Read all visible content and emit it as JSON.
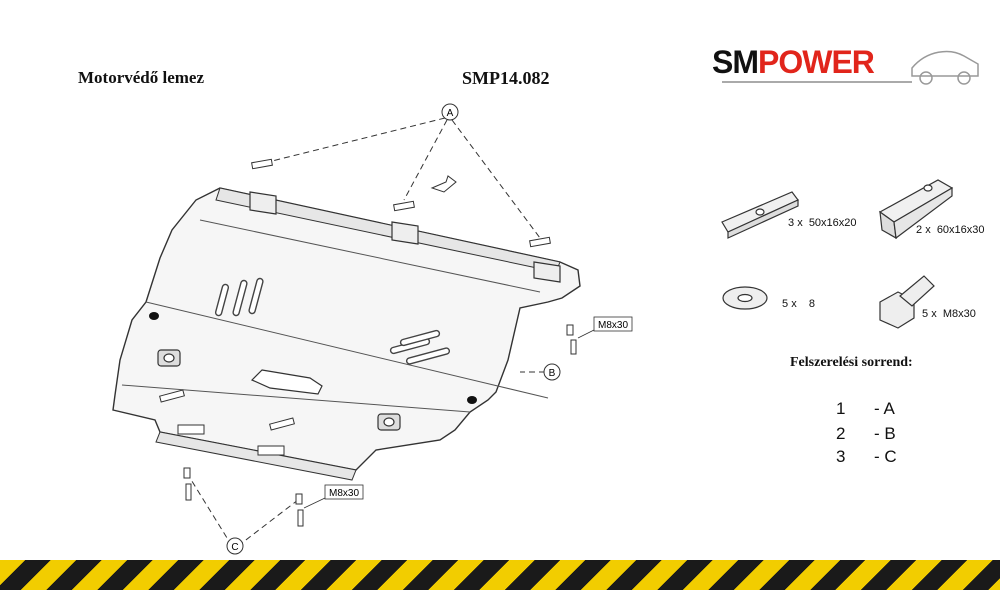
{
  "header": {
    "product_name": "Motorvédő lemez",
    "product_code": "SMP14.082"
  },
  "logo": {
    "part1": "SM",
    "part2": "POWER",
    "part1_color": "#111111",
    "part2_color": "#e1251b"
  },
  "diagram": {
    "callout_a": "A",
    "callout_b": "B",
    "callout_c": "C",
    "bolt_label_right": "M8x30",
    "bolt_label_bottom": "M8x30"
  },
  "parts": [
    {
      "qty": "3",
      "sep": "x",
      "spec": "50x16x20"
    },
    {
      "qty": "2",
      "sep": "x",
      "spec": "60x16x30"
    },
    {
      "qty": "5",
      "sep": "x",
      "spec": "8"
    },
    {
      "qty": "5",
      "sep": "x",
      "spec": "M8x30"
    }
  ],
  "sequence": {
    "title": "Felszerelési sorrend:",
    "steps": [
      {
        "num": "1",
        "label": "- A"
      },
      {
        "num": "2",
        "label": "- B"
      },
      {
        "num": "3",
        "label": "- C"
      }
    ]
  },
  "colors": {
    "stripe_yellow": "#f2cd00",
    "stripe_black": "#1a1a1a"
  }
}
